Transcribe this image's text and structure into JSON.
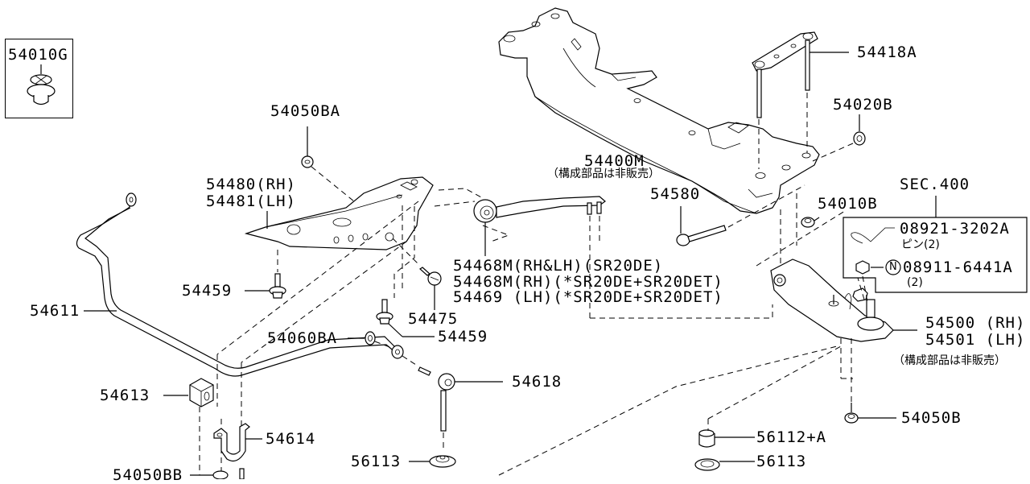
{
  "diagram": {
    "title": "Front Suspension Member & Stabilizer",
    "parts": {
      "p54010G": "54010G",
      "p54050BA": "54050BA",
      "p54480": "54480(RH)",
      "p54481": "54481(LH)",
      "p54611": "54611",
      "p54459a": "54459",
      "p54459b": "54459",
      "p54475": "54475",
      "p54060BA": "54060BA",
      "p54613": "54613",
      "p54614": "54614",
      "p54050BB": "54050BB",
      "p54618": "54618",
      "p56113a": "56113",
      "p54468M_1": "54468M(RH&LH)(SR20DE)",
      "p54468M_2": "54468M(RH)(*SR20DE+SR20DET)",
      "p54469": "54469 (LH)(*SR20DE+SR20DET)",
      "p54400M": "54400M",
      "p54400M_note": "（構成部品は非販売）",
      "p54580": "54580",
      "p54418A": "54418A",
      "p54020B": "54020B",
      "p54010B": "54010B",
      "sec400": "SEC.400",
      "p08921": "08921-3202A",
      "p08921_note": "ピン(2)",
      "p08911": "08911-6441A",
      "p08911_qty": "(2)",
      "n_marker": "N",
      "p54500": "54500 (RH)",
      "p54501": "54501 (LH)",
      "p54500_note": "（構成部品は非販売）",
      "p54050B": "54050B",
      "p56112A": "56112+A",
      "p56113b": "56113"
    }
  }
}
